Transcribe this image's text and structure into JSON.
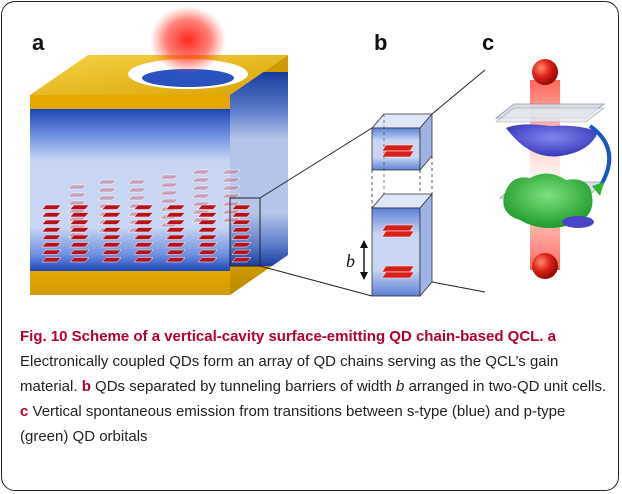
{
  "panels": {
    "a": "a",
    "b": "b",
    "c": "c"
  },
  "figure_label_b": "b",
  "caption": {
    "title": "Fig. 10 Scheme of a vertical-cavity surface-emitting QD chain-based QCL.",
    "a_label": "a",
    "a_text": "Electronically coupled QDs form an array of QD chains serving as the QCL’s gain material.",
    "b_label": "b",
    "b_text_1": "QDs separated by tunneling barriers of width",
    "b_var": "b",
    "b_text_2": "arranged in two-QD unit cells.",
    "c_label": "c",
    "c_text": "Vertical spontaneous emission from transitions between s-type (blue) and p-type (green) QD orbitals"
  },
  "colors": {
    "accent": "#b3002e",
    "gold": "#e8b500",
    "blue": "#1f4bb8",
    "red": "#e0201a",
    "green": "#2fb52f"
  }
}
